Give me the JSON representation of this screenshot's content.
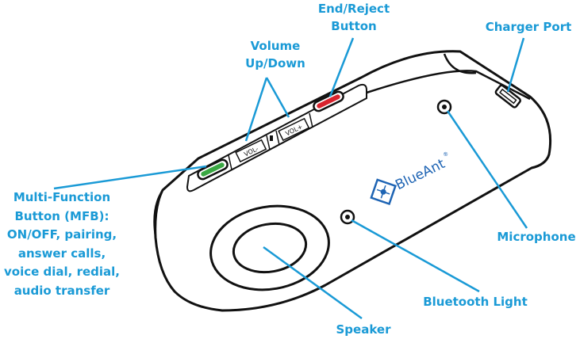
{
  "brand": {
    "logo_text": "BlueAnt",
    "registered_mark": "®"
  },
  "buttons": {
    "volume_down_text": "VOL-",
    "volume_up_text": "VOL+"
  },
  "callouts": {
    "end_reject": [
      "End/Reject",
      "Button"
    ],
    "volume": [
      "Volume",
      "Up/Down"
    ],
    "charger_port": "Charger Port",
    "mfb": [
      "Multi-Function",
      "Button (MFB):",
      "ON/OFF, pairing,",
      "answer calls,",
      "voice dial, redial,",
      "audio transfer"
    ],
    "microphone": "Microphone",
    "bluetooth_light": "Bluetooth Light",
    "speaker": "Speaker"
  },
  "colors": {
    "callout": "#1a9ad6",
    "leader": "#1a9ad6",
    "outline": "#111111",
    "mfb_button": "#3aa843",
    "end_button": "#d9232e",
    "logo": "#1e64b4"
  }
}
